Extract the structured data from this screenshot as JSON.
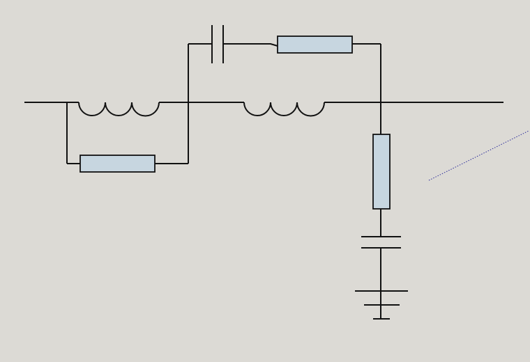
{
  "colors": {
    "background": "#dcdad5",
    "wire": "#111111",
    "resistor_fill": "#c7d6e0",
    "guide_line": "#2a2a9a"
  },
  "components": {
    "inductors": 2,
    "resistors": 3,
    "capacitors": 2,
    "grounds": 1
  }
}
